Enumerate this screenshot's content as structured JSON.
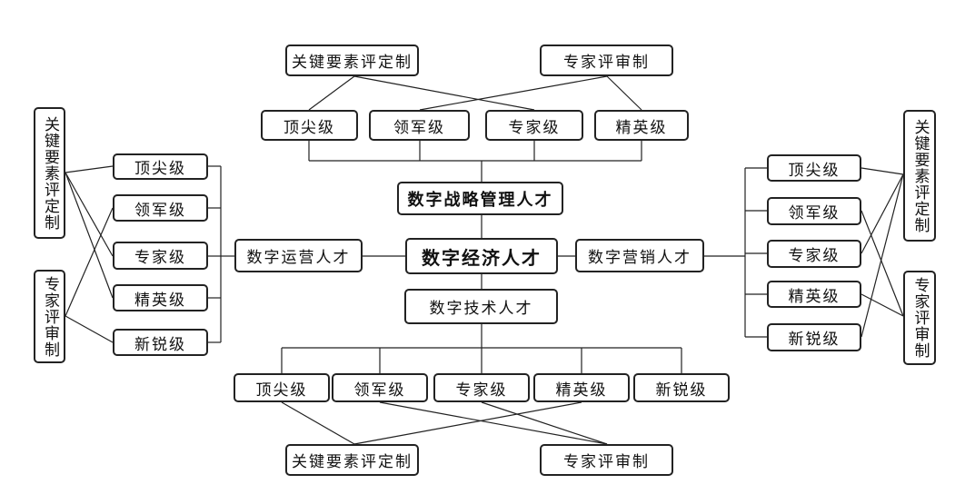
{
  "center": "数字经济人才",
  "branches": {
    "top": "数字战略管理人才",
    "left": "数字运营人才",
    "right": "数字营销人才",
    "bottom": "数字技术人才"
  },
  "levels": {
    "top": [
      "顶尖级",
      "领军级",
      "专家级",
      "精英级"
    ],
    "left": [
      "顶尖级",
      "领军级",
      "专家级",
      "精英级",
      "新锐级"
    ],
    "right": [
      "顶尖级",
      "领军级",
      "专家级",
      "精英级",
      "新锐级"
    ],
    "bottom": [
      "顶尖级",
      "领军级",
      "专家级",
      "精英级",
      "新锐级"
    ]
  },
  "evaluation": {
    "top": [
      "关键要素评定制",
      "专家评审制"
    ],
    "left": [
      "关键要素评定制",
      "专家评审制"
    ],
    "right": [
      "关键要素评定制",
      "专家评审制"
    ],
    "bottom": [
      "关键要素评定制",
      "专家评审制"
    ]
  }
}
